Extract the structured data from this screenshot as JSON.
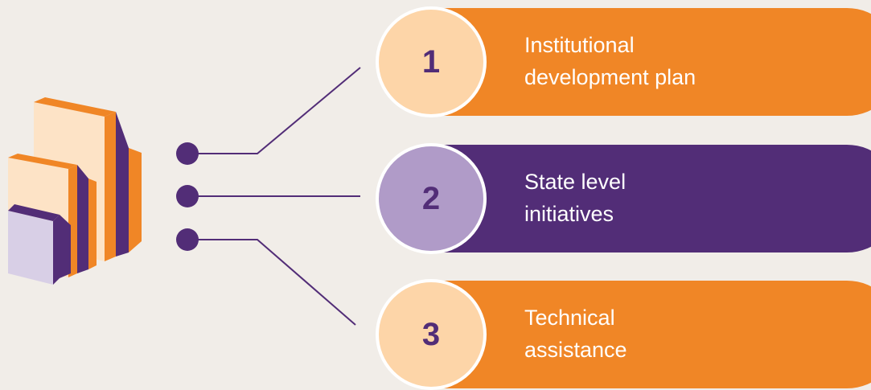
{
  "colors": {
    "background": "#f1ede8",
    "orange": "#f08626",
    "purple": "#522d77",
    "peach": "#fdd5a8",
    "lavender": "#b09bc8",
    "cream": "#fde3c6",
    "pale_lavender": "#d8cfe6"
  },
  "icon": "books-icon",
  "items": [
    {
      "number": "1",
      "line1": "Institutional",
      "line2": "development plan",
      "color": "orange"
    },
    {
      "number": "2",
      "line1": "State level",
      "line2": "initiatives",
      "color": "purple"
    },
    {
      "number": "3",
      "line1": "Technical",
      "line2": "assistance",
      "color": "orange"
    }
  ]
}
